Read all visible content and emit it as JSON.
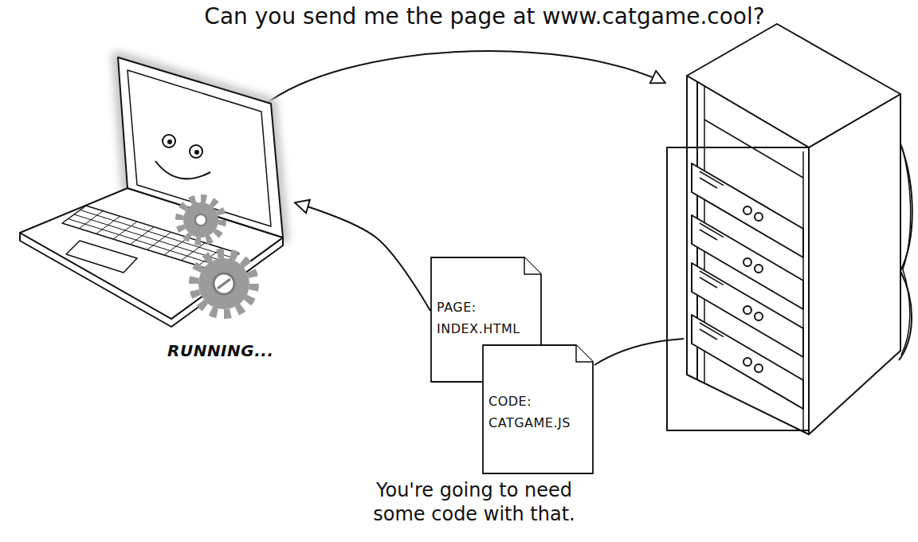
{
  "diagram": {
    "nodes": [
      {
        "text": [
          "RUNNING..."
        ]
      },
      {
        "text": [
          "PAGE: INDEX.HTML"
        ]
      },
      {
        "text": [
          "CODE: CATGAME.JS"
        ]
      }
    ],
    "edges": [
      {
        "from": 1,
        "to": 0,
        "arrow": "to"
      }
    ],
    "labels": [
      "Can you send me the page at www.catgame.cool?",
      "You're going to need some code with that."
    ]
  }
}
